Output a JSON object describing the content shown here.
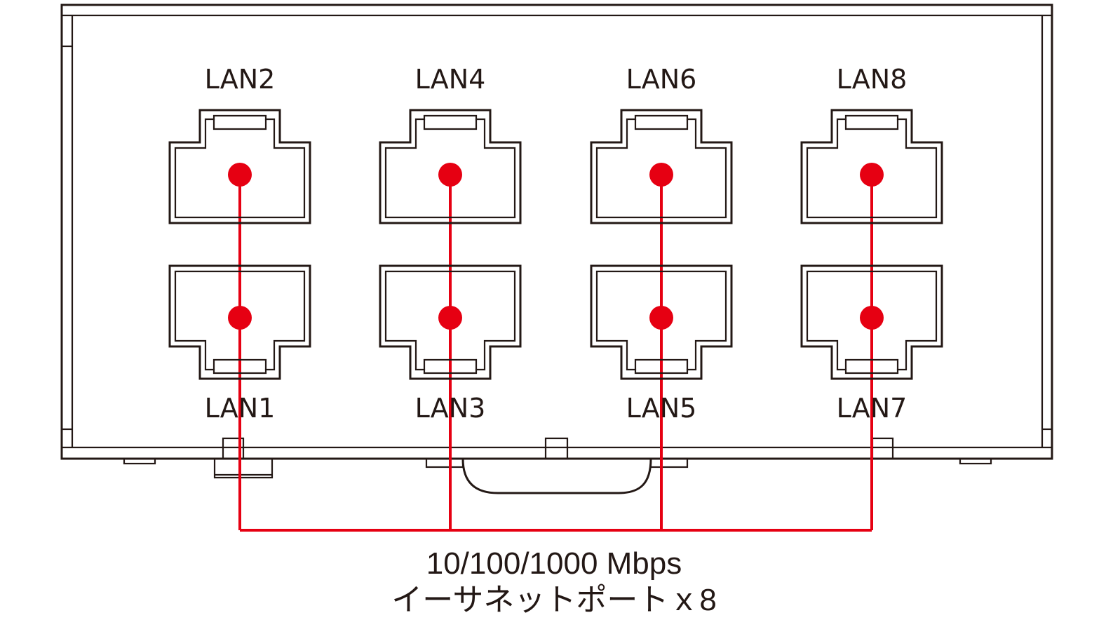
{
  "ports": {
    "top": [
      {
        "label": "LAN2"
      },
      {
        "label": "LAN4"
      },
      {
        "label": "LAN6"
      },
      {
        "label": "LAN8"
      }
    ],
    "bottom": [
      {
        "label": "LAN1"
      },
      {
        "label": "LAN3"
      },
      {
        "label": "LAN5"
      },
      {
        "label": "LAN7"
      }
    ]
  },
  "caption": {
    "speed": "10/100/1000 Mbps",
    "description": "イーサネットポートｘ8"
  },
  "colors": {
    "line": "#231815",
    "highlight": "#e60012",
    "background": "#ffffff"
  }
}
